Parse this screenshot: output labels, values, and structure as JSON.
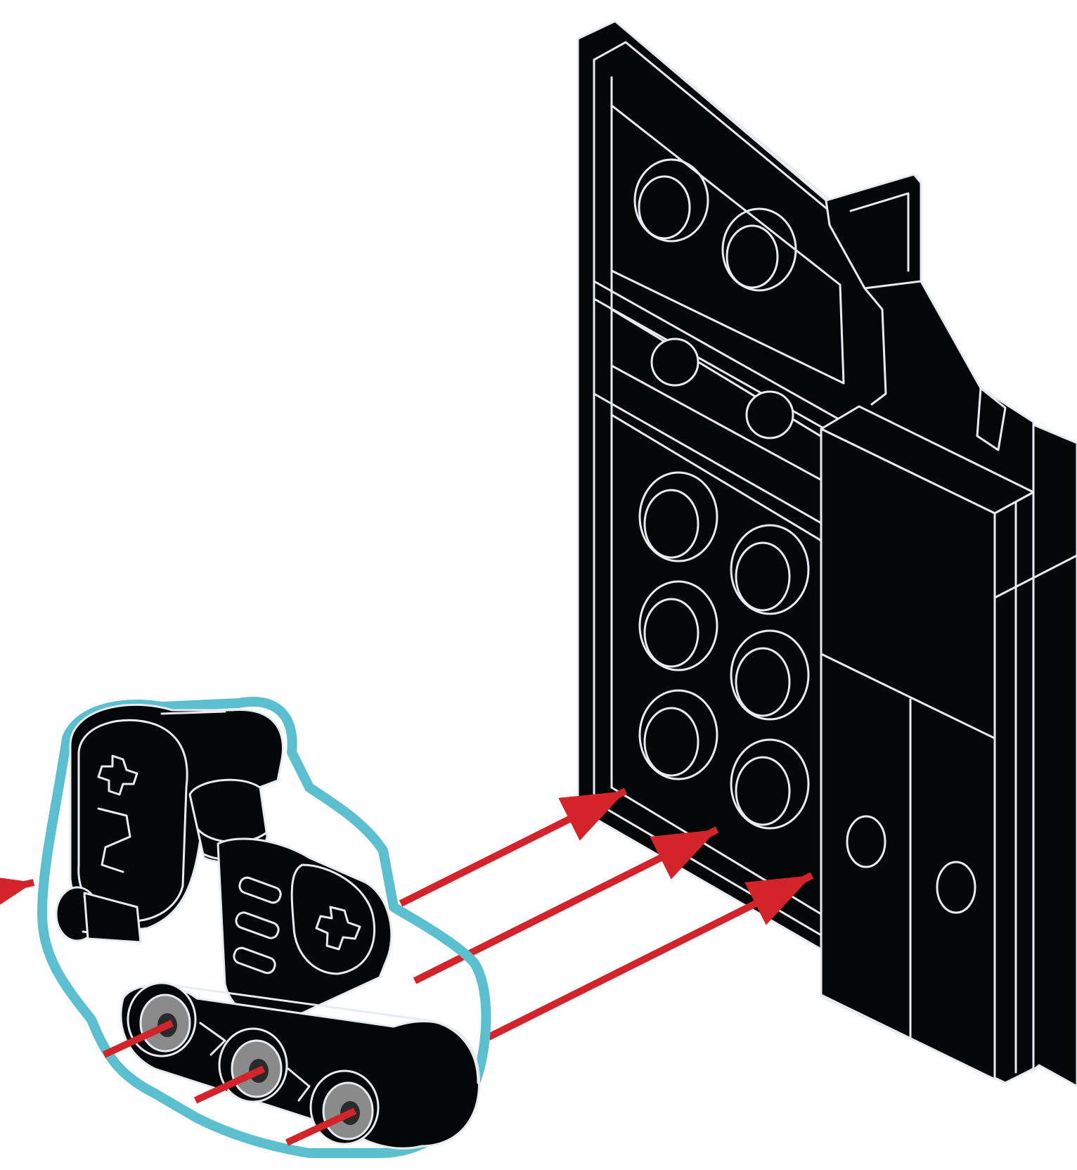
{
  "diagram": {
    "type": "assembly-instruction-step",
    "colors": {
      "background": "#ffffff",
      "part_fill": "#050608",
      "part_outline": "#e8ebf0",
      "highlight_outline": "#5bbfcf",
      "arrow": "#d4242b",
      "pin_gray": "#8a8a8a"
    },
    "parts": [
      {
        "name": "plate-with-holes",
        "role": "target-part",
        "color": "black"
      },
      {
        "name": "pin-connector-assembly",
        "role": "new-part",
        "color": "black",
        "highlighted": true
      }
    ],
    "arrows": {
      "count": 3,
      "direction": "toward-plate"
    }
  }
}
